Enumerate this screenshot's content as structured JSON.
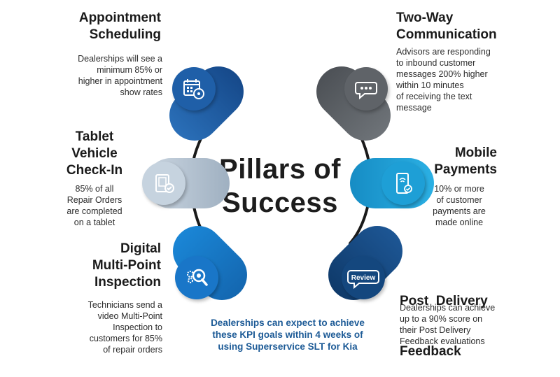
{
  "center": {
    "line1": "Pillars of",
    "line2": "Success"
  },
  "pillars": [
    {
      "title_lines": [
        "Appointment",
        "Scheduling"
      ],
      "desc_lines": [
        "Dealerships will see a",
        "minimum 85% or",
        "higher in appointment",
        "show rates"
      ],
      "icon": "calendar-brain-icon",
      "color": "#1f5fa8"
    },
    {
      "title_lines": [
        "Two-Way",
        "Communication"
      ],
      "desc_lines": [
        "Advisors are responding",
        "to inbound customer",
        "messages 200% higher",
        "within 10 minutes",
        "of receiving the text",
        "message"
      ],
      "icon": "chat-bubble-icon",
      "color": "#5f6368"
    },
    {
      "title_lines": [
        "Tablet",
        "Vehicle",
        "Check-In"
      ],
      "desc_lines": [
        "85% of all",
        "Repair Orders",
        "are completed",
        "on a tablet"
      ],
      "icon": "tablet-check-icon",
      "color": "#b7c5d3"
    },
    {
      "title_lines": [
        "Mobile",
        "Payments"
      ],
      "desc_lines": [
        "10% or more",
        "of customer",
        "payments are",
        "made online"
      ],
      "icon": "mobile-payment-icon",
      "color": "#1e9fd6"
    },
    {
      "title_lines": [
        "Digital",
        "Multi-Point",
        "Inspection"
      ],
      "desc_lines": [
        "Technicians send a",
        "video Multi-Point",
        "Inspection to",
        "customers for 85%",
        "of repair orders"
      ],
      "icon": "gears-magnifier-icon",
      "color": "#1976c8"
    },
    {
      "title_lines": [
        "Post  Delivery",
        "Feedback"
      ],
      "desc_lines": [
        "Dealerships can achieve",
        "up to a 90% score on",
        "their Post Delivery",
        "Feedback evaluations"
      ],
      "icon": "review-bubble-icon",
      "color": "#14477e"
    }
  ],
  "footer_lines": [
    "Dealerships can expect to achieve",
    "these KPI goals within 4 weeks of",
    "using Superservice SLT for Kia"
  ]
}
